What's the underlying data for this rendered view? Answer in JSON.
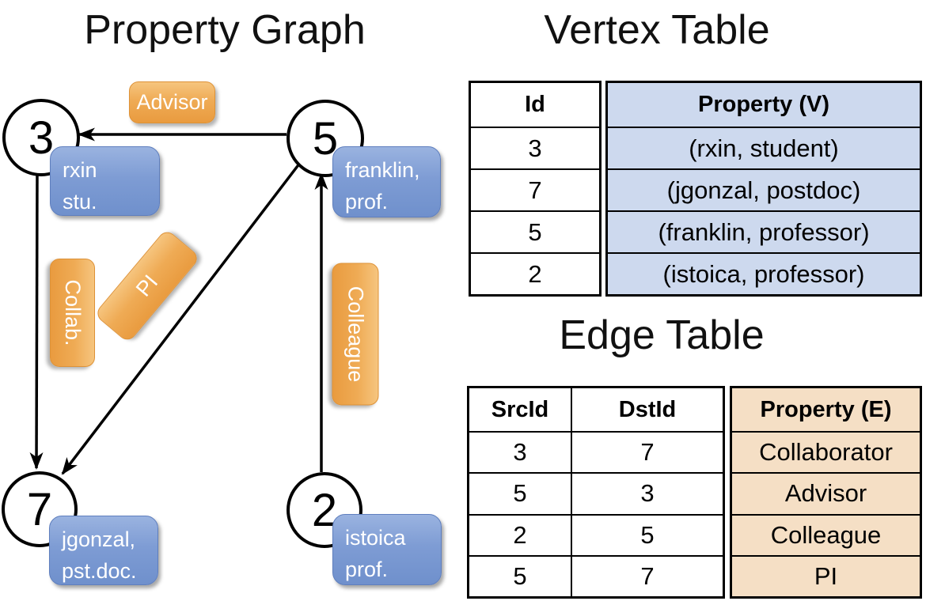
{
  "graph": {
    "title": "Property Graph",
    "nodes": [
      {
        "id": "3",
        "line1": "rxin",
        "line2": "stu."
      },
      {
        "id": "5",
        "line1": "franklin,",
        "line2": "prof."
      },
      {
        "id": "7",
        "line1": "jgonzal,",
        "line2": "pst.doc."
      },
      {
        "id": "2",
        "line1": "istoica",
        "line2": "prof."
      }
    ],
    "edge_labels": {
      "advisor": "Advisor",
      "collab": "Collab.",
      "pi": "PI",
      "colleague": "Colleague"
    }
  },
  "vertex_table": {
    "title": "Vertex Table",
    "id_header": "Id",
    "property_header": "Property (V)",
    "rows": [
      {
        "id": "3",
        "property": "(rxin, student)"
      },
      {
        "id": "7",
        "property": "(jgonzal, postdoc)"
      },
      {
        "id": "5",
        "property": "(franklin, professor)"
      },
      {
        "id": "2",
        "property": "(istoica, professor)"
      }
    ]
  },
  "edge_table": {
    "title": "Edge Table",
    "src_header": "SrcId",
    "dst_header": "DstId",
    "property_header": "Property (E)",
    "rows": [
      {
        "src": "3",
        "dst": "7",
        "property": "Collaborator"
      },
      {
        "src": "5",
        "dst": "3",
        "property": "Advisor"
      },
      {
        "src": "2",
        "dst": "5",
        "property": "Colleague"
      },
      {
        "src": "5",
        "dst": "7",
        "property": "PI"
      }
    ]
  },
  "colors": {
    "edge_label_orange": "#eda04a",
    "vertex_label_blue": "#7e9cd4",
    "vertex_table_fill": "#cdd9ee",
    "edge_table_fill": "#f5dfc5",
    "line_black": "#000000"
  }
}
